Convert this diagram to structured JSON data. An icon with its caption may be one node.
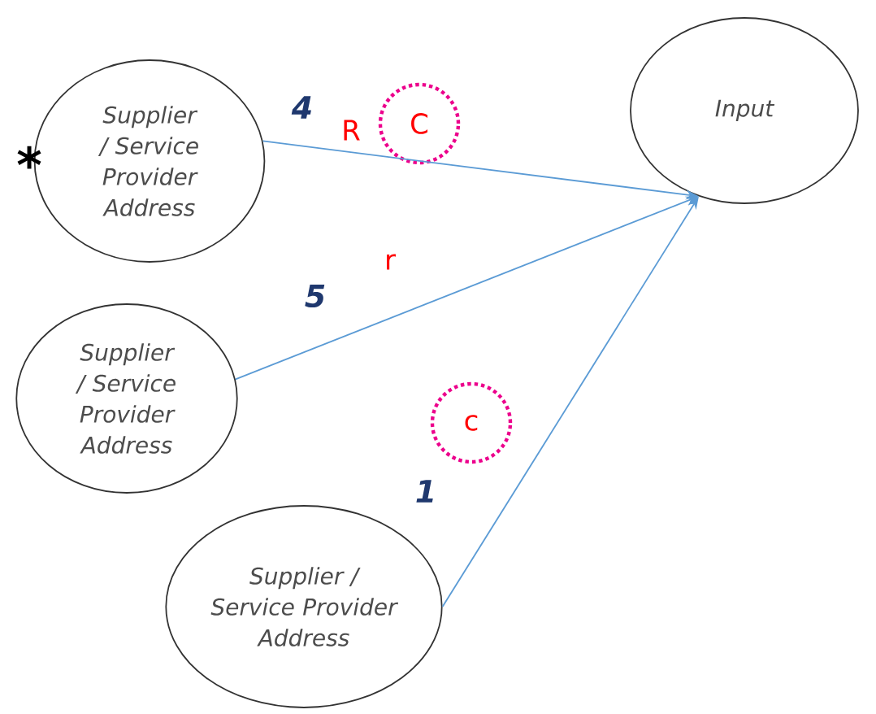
{
  "diagram": {
    "nodes": [
      {
        "text": [
          "Supplier / Service Provider Address"
        ],
        "beside": [
          "*"
        ]
      },
      {
        "text": [
          "Input"
        ]
      },
      {
        "text": [
          "C"
        ]
      },
      {
        "text": [
          "Supplier / Service Provider Address"
        ]
      },
      {
        "text": [
          "c"
        ]
      },
      {
        "text": [
          "Supplier / Service Provider Address"
        ]
      }
    ],
    "edges": [
      {
        "from": 0,
        "to": 1,
        "arrow": "to"
      },
      {
        "from": 3,
        "to": 1,
        "arrow": "to"
      },
      {
        "from": 5,
        "to": 1,
        "arrow": "to"
      }
    ],
    "labels": [
      "4",
      "R",
      "5",
      "r",
      "1"
    ]
  }
}
